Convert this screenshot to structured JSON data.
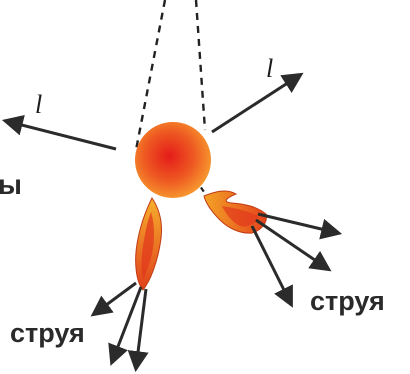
{
  "labels": {
    "left_edge_fragment": "ы",
    "jet_left": "струя",
    "jet_right": "струя",
    "axis_left": "l",
    "axis_right": "l"
  },
  "colors": {
    "sphere_center": "#e8251c",
    "sphere_edge": "#f79a2a",
    "flame_outer": "#f5a020",
    "flame_inner": "#e2391c",
    "arrow": "#2b2b2b",
    "text": "#2a2a2a"
  },
  "icons": {
    "arrowhead": "filled-triangle-arrowhead"
  }
}
